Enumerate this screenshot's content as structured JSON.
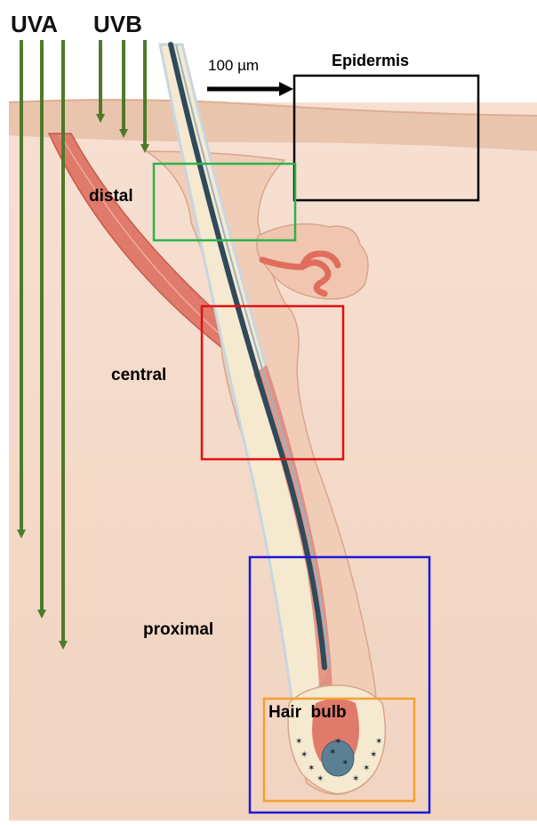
{
  "labels": {
    "uva": "UVA",
    "uvb": "UVB",
    "scale_bar": "100 µm",
    "epidermis": "Epidermis",
    "distal": "distal",
    "central": "central",
    "proximal": "proximal",
    "hair_bulb": "Hair  bulb"
  },
  "colors": {
    "uv_arrow": "#4e7a2a",
    "box_epidermis": "#000000",
    "box_distal": "#2db34a",
    "box_central": "#e01010",
    "box_proximal": "#1a1adb",
    "box_hair_bulb": "#f5a030",
    "skin": "#f3d6c4",
    "epidermis_band": "#ecc9b3",
    "muscle": "#d9675a",
    "hair_shaft_core": "#2f4a5a",
    "sheath": "#fbf1d8"
  }
}
